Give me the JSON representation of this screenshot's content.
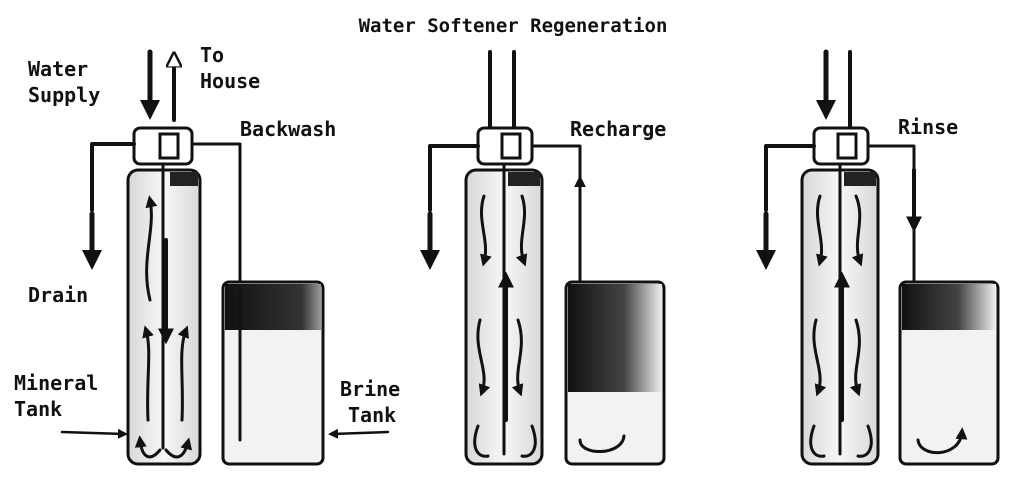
{
  "title": "Water Softener Regeneration",
  "panels": {
    "backwash": {
      "stage_label": "Backwash",
      "water_supply_line1": "Water",
      "water_supply_line2": "Supply",
      "to_house_line1": "To",
      "to_house_line2": "House",
      "drain": "Drain",
      "mineral_tank_line1": "Mineral",
      "mineral_tank_line2": "Tank",
      "brine_tank_line1": "Brine",
      "brine_tank_line2": "Tank"
    },
    "recharge": {
      "stage_label": "Recharge"
    },
    "rinse": {
      "stage_label": "Rinse"
    }
  },
  "colors": {
    "ink": "#111111",
    "background": "#ffffff",
    "tank_fill": "#f0f0f0"
  }
}
